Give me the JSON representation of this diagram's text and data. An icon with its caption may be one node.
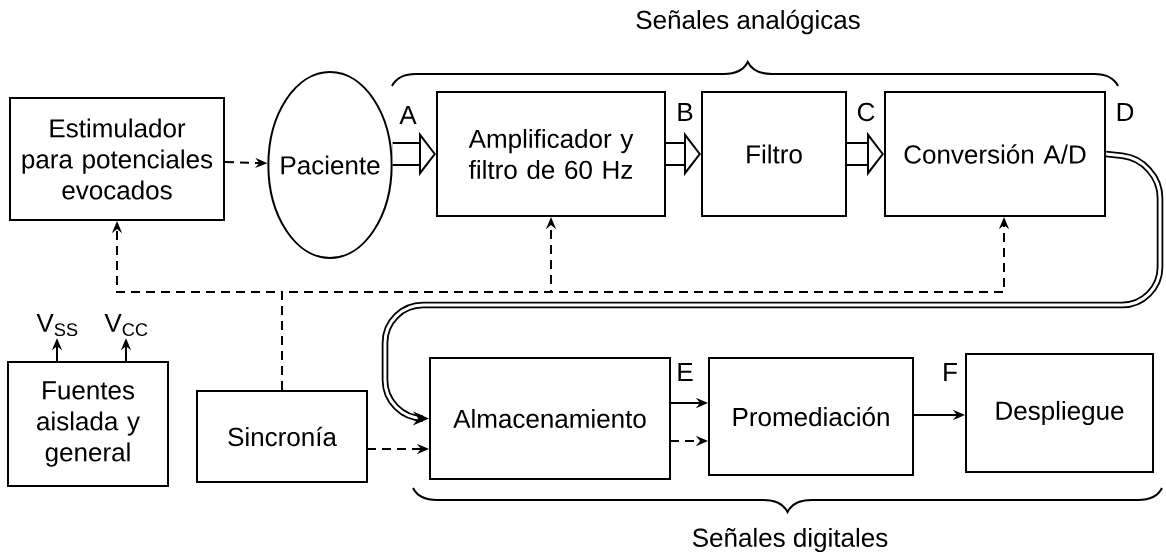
{
  "diagram": {
    "nodes": [
      {
        "text": [
          "Estimulador para potenciales evocados"
        ]
      },
      {
        "text": [
          "Paciente"
        ]
      },
      {
        "text": [
          "Amplificador y filtro de 60 Hz"
        ]
      },
      {
        "text": [
          "Filtro"
        ]
      },
      {
        "text": [
          "Conversión A/D"
        ]
      },
      {
        "text": [
          "Fuentes aislada y general"
        ]
      },
      {
        "text": [
          "Sincronía"
        ]
      },
      {
        "text": [
          "Almacenamiento"
        ]
      },
      {
        "text": [
          "Promediación"
        ]
      },
      {
        "text": [
          "Despliegue"
        ]
      },
      {
        "text": [
          "V$_{SS}$"
        ]
      },
      {
        "text": [
          "V$_{CC}$"
        ]
      }
    ],
    "edges": [
      {
        "from": 0,
        "to": 1,
        "arrow": "to",
        "style": "dashed"
      },
      {
        "from": 1,
        "to": 2,
        "arrow": "to",
        "style": "thick"
      },
      {
        "from": 2,
        "to": 3,
        "arrow": "to",
        "style": "thick"
      },
      {
        "from": 3,
        "to": 4,
        "arrow": "to",
        "style": "thick"
      },
      {
        "from": 4,
        "to": 7,
        "arrow": "to",
        "style": "thick"
      },
      {
        "from": 7,
        "to": 8,
        "arrow": "to"
      },
      {
        "from": 7,
        "to": 8,
        "arrow": "to",
        "style": "dashed"
      },
      {
        "from": 8,
        "to": 9,
        "arrow": "to"
      },
      {
        "from": 5,
        "to": 10,
        "arrow": "to"
      },
      {
        "from": 5,
        "to": 11,
        "arrow": "to"
      },
      {
        "from": 6,
        "to": 0,
        "arrow": "to",
        "style": "dashed"
      },
      {
        "from": 6,
        "to": 2,
        "arrow": "to",
        "style": "dashed"
      },
      {
        "from": 6,
        "to": 4,
        "arrow": "to",
        "style": "dashed"
      },
      {
        "from": 6,
        "to": 7,
        "arrow": "to",
        "style": "dashed"
      }
    ],
    "labels": [
      "Señales analógicas",
      "A",
      "B",
      "C",
      "D",
      "E",
      "F",
      "Señales digitales"
    ]
  }
}
